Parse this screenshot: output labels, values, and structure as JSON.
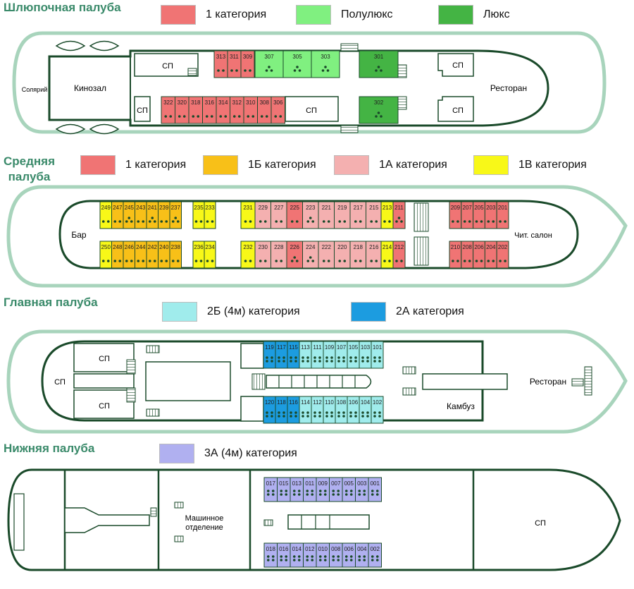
{
  "decks": [
    {
      "title": "Шлюпочная палуба",
      "legend": [
        {
          "label": "1 категория",
          "color": "#f07474"
        },
        {
          "label": "Полулюкс",
          "color": "#80f080"
        },
        {
          "label": "Люкс",
          "color": "#44b444"
        }
      ],
      "labels": {
        "solarium": "Солярий",
        "cinema": "Кинозал",
        "restaurant": "Ресторан",
        "service": "СП"
      },
      "cabins_top": [
        "313",
        "311",
        "309",
        "307",
        "305",
        "303",
        "301"
      ],
      "cabins_bottom": [
        "322",
        "320",
        "318",
        "316",
        "314",
        "312",
        "310",
        "308",
        "306",
        "302"
      ]
    },
    {
      "title": "Средняя\nпалуба",
      "legend": [
        {
          "label": "1 категория",
          "color": "#f07474"
        },
        {
          "label": "1Б категория",
          "color": "#f8c018"
        },
        {
          "label": "1А категория",
          "color": "#f4b0b0"
        },
        {
          "label": "1В категория",
          "color": "#f8f818"
        }
      ],
      "labels": {
        "bar": "Бар",
        "reading_room": "Чит. салон"
      },
      "cabins_top": [
        "249",
        "247",
        "245",
        "243",
        "241",
        "239",
        "237",
        "235",
        "233",
        "231",
        "229",
        "227",
        "225",
        "223",
        "221",
        "219",
        "217",
        "215",
        "213",
        "211",
        "209",
        "207",
        "205",
        "203",
        "201"
      ],
      "cabins_bottom": [
        "250",
        "248",
        "246",
        "244",
        "242",
        "240",
        "238",
        "236",
        "234",
        "232",
        "230",
        "228",
        "226",
        "224",
        "222",
        "220",
        "218",
        "216",
        "214",
        "212",
        "210",
        "208",
        "206",
        "204",
        "202"
      ]
    },
    {
      "title": "Главная палуба",
      "legend": [
        {
          "label": "2Б (4м) категория",
          "color": "#a0ecec"
        },
        {
          "label": "2А категория",
          "color": "#1c9ce0"
        }
      ],
      "labels": {
        "service": "СП",
        "restaurant": "Ресторан",
        "galley": "Камбуз"
      },
      "cabins_top": [
        "119",
        "117",
        "115",
        "113",
        "111",
        "109",
        "107",
        "105",
        "103",
        "101"
      ],
      "cabins_bottom": [
        "120",
        "118",
        "116",
        "114",
        "112",
        "110",
        "108",
        "106",
        "104",
        "102"
      ]
    },
    {
      "title": "Нижняя палуба",
      "legend": [
        {
          "label": "3А (4м) категория",
          "color": "#b0b0f0"
        }
      ],
      "labels": {
        "engine_room": "Машинное\nотделение",
        "service": "СП"
      },
      "cabins_top": [
        "017",
        "015",
        "013",
        "011",
        "009",
        "007",
        "005",
        "003",
        "001"
      ],
      "cabins_bottom": [
        "018",
        "016",
        "014",
        "012",
        "010",
        "008",
        "006",
        "004",
        "002"
      ]
    }
  ]
}
